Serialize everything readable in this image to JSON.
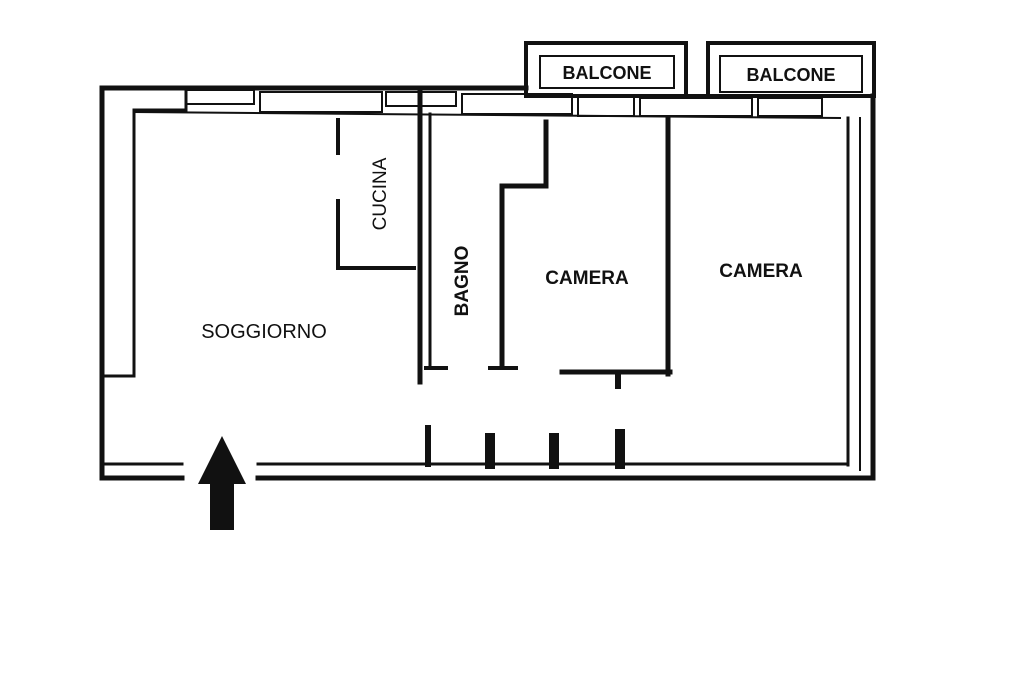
{
  "plan": {
    "rooms": {
      "soggiorno": "SOGGIORNO",
      "cucina": "CUCINA",
      "bagno": "BAGNO",
      "camera_1": "CAMERA",
      "camera_2": "CAMERA",
      "balcone_1": "BALCONE",
      "balcone_2": "BALCONE"
    },
    "entrance_icon": "up-arrow-icon",
    "colors": {
      "wall": "#111111",
      "background": "#ffffff"
    }
  }
}
